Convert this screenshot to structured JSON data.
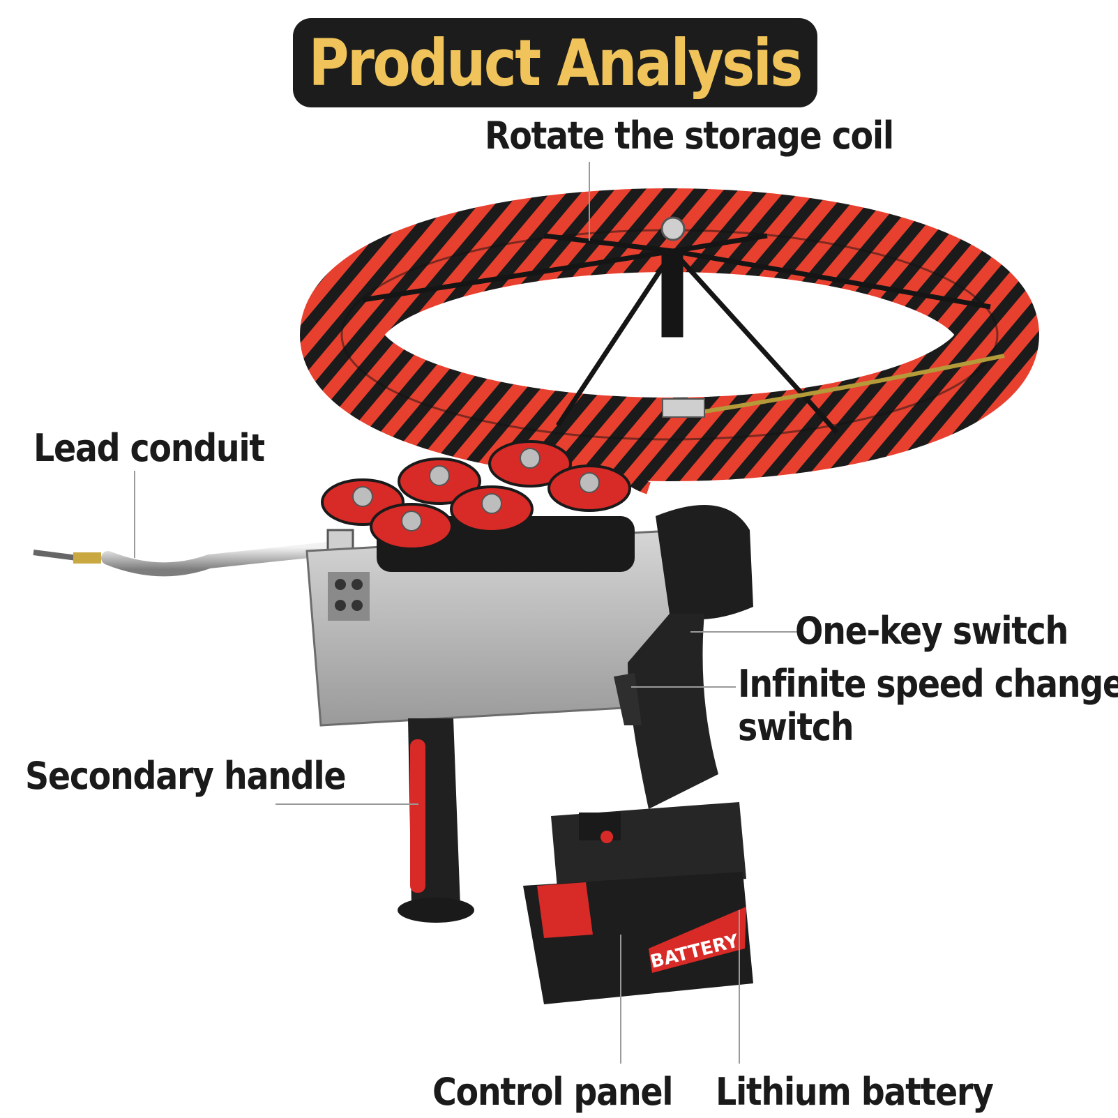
{
  "title": "Product Analysis",
  "labels": {
    "storage_coil": "Rotate the storage coil",
    "lead_conduit": "Lead conduit",
    "one_key_switch": "One-key switch",
    "speed_switch_line1": "Infinite speed change",
    "speed_switch_line2": "switch",
    "secondary_handle": "Secondary handle",
    "control_panel": "Control panel",
    "lithium_battery": "Lithium battery"
  },
  "battery_print": "BATTERY",
  "colors": {
    "title_bg": "#1c1c1c",
    "title_text": "#f0c45a",
    "rope_red": "#e8402f",
    "rope_black": "#1b1b1b",
    "housing_silver": "#b9b9b9"
  }
}
